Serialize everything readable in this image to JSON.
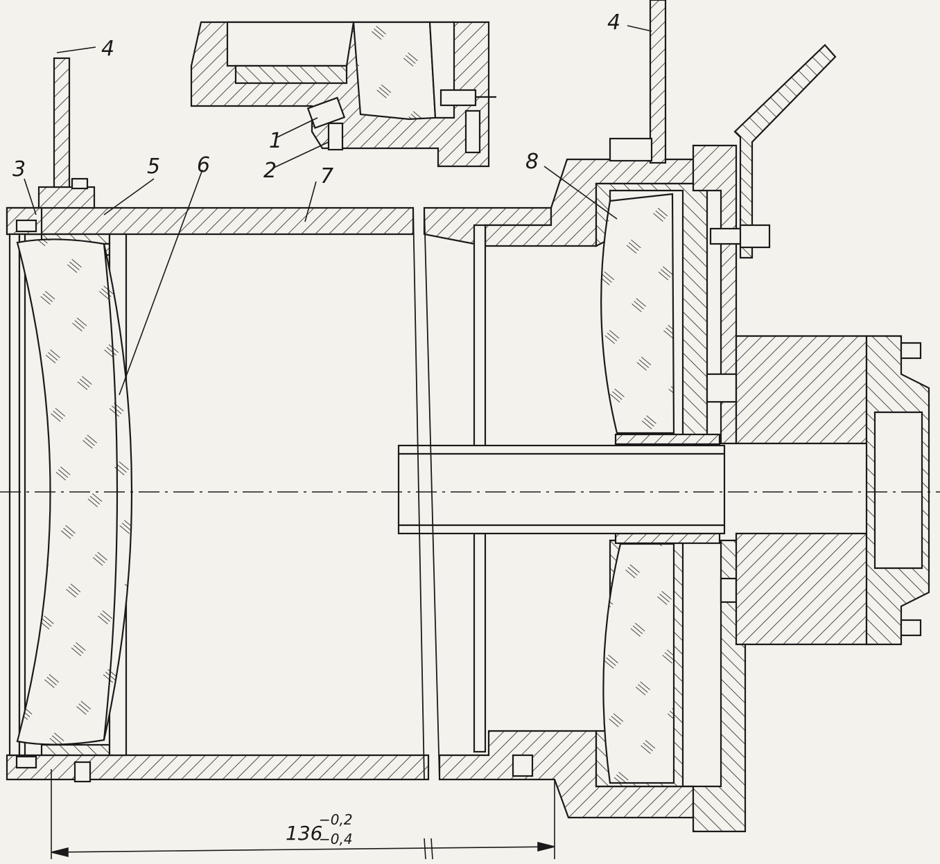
{
  "labels": {
    "part1": "1",
    "part2": "2",
    "part3": "3",
    "part4_left": "4",
    "part4_right": "4",
    "part5": "5",
    "part6": "6",
    "part7": "7",
    "part8": "8"
  },
  "dimension": {
    "base": "136",
    "upper_tolerance": "−0,2",
    "lower_tolerance": "−0,4"
  }
}
